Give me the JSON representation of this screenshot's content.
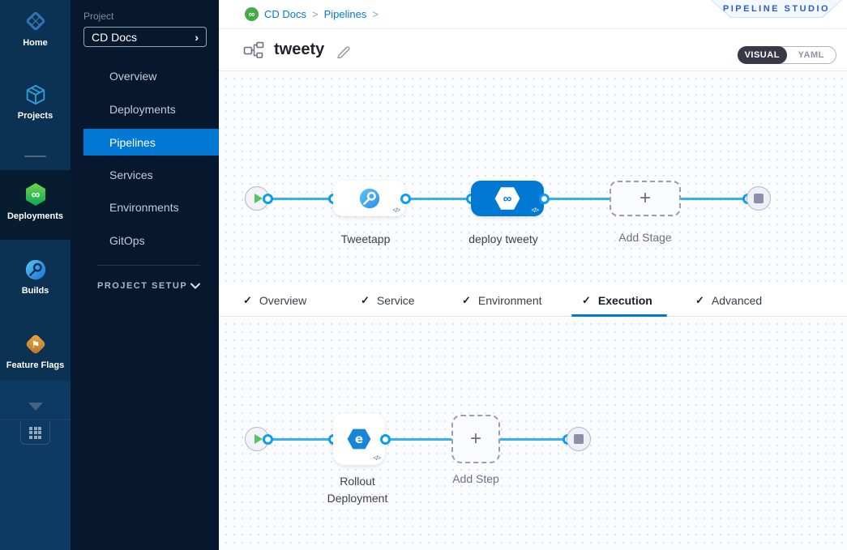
{
  "icons": {
    "check": "✓",
    "plus": "+",
    "chevron_right": "›",
    "breadcrumb_sep": ">",
    "code": "</>",
    "infinity": "∞",
    "flag": "⚑",
    "rollout_glyph": "e",
    "setup_chevron": "⌄"
  },
  "module_sidebar": {
    "items": [
      {
        "label": "Home"
      },
      {
        "label": "Projects"
      },
      {
        "label": "Deployments",
        "active": true
      },
      {
        "label": "Builds"
      },
      {
        "label": "Feature Flags"
      }
    ]
  },
  "project_sidebar": {
    "section_label": "Project",
    "project_name": "CD Docs",
    "items": [
      {
        "label": "Overview"
      },
      {
        "label": "Deployments"
      },
      {
        "label": "Pipelines",
        "active": true
      },
      {
        "label": "Services"
      },
      {
        "label": "Environments"
      },
      {
        "label": "GitOps"
      }
    ],
    "setup_label": "PROJECT SETUP"
  },
  "header": {
    "breadcrumb": {
      "project": "CD Docs",
      "section": "Pipelines"
    },
    "studio_badge": "PIPELINE STUDIO",
    "title": "tweety",
    "toggle": {
      "visual": "VISUAL",
      "yaml": "YAML"
    }
  },
  "stage_canvas": {
    "stages": [
      {
        "label": "Tweetapp",
        "type": "ci-stage"
      },
      {
        "label": "deploy tweety",
        "type": "cd-stage"
      },
      {
        "label": "Add Stage",
        "type": "add"
      }
    ]
  },
  "tabs": {
    "items": [
      {
        "label": "Overview"
      },
      {
        "label": "Service"
      },
      {
        "label": "Environment"
      },
      {
        "label": "Execution",
        "active": true
      },
      {
        "label": "Advanced"
      }
    ]
  },
  "step_canvas": {
    "steps": [
      {
        "label_line1": "Rollout",
        "label_line2": "Deployment",
        "type": "rollout"
      },
      {
        "label": "Add Step",
        "type": "add"
      }
    ]
  },
  "colors": {
    "accent": "#0278d5",
    "line_blue": "#35b1f2",
    "green": "#42ab45",
    "dark_nav": "#0b3153"
  }
}
